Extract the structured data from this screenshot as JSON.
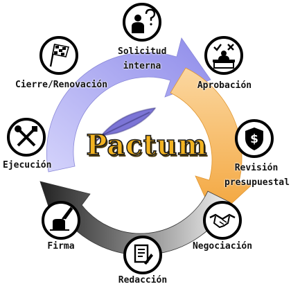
{
  "brand": {
    "name": "Pactum",
    "color": "#f2b321"
  },
  "colors": {
    "arrow_top": "#a9a7f2",
    "arrow_right": "#f6b552",
    "arrow_bottom": "#2e2e2e",
    "icon_ring": "#000000"
  },
  "stages": [
    {
      "id": "solicitud",
      "lines": [
        "Solicitud",
        "interna"
      ],
      "icon": "person-question-icon"
    },
    {
      "id": "aprobacion",
      "lines": [
        "Aprobación"
      ],
      "icon": "approval-desk-icon"
    },
    {
      "id": "revision",
      "lines": [
        "Revisión",
        "presupuestal"
      ],
      "icon": "dollar-shield-icon"
    },
    {
      "id": "negociacion",
      "lines": [
        "Negociación"
      ],
      "icon": "handshake-icon"
    },
    {
      "id": "redaccion",
      "lines": [
        "Redacción"
      ],
      "icon": "document-pen-icon"
    },
    {
      "id": "firma",
      "lines": [
        "Firma"
      ],
      "icon": "quill-inkwell-icon"
    },
    {
      "id": "ejecucion",
      "lines": [
        "Ejecución"
      ],
      "icon": "tools-icon"
    },
    {
      "id": "cierre",
      "lines": [
        "Cierre/Renovación"
      ],
      "icon": "checkered-flag-icon"
    }
  ]
}
